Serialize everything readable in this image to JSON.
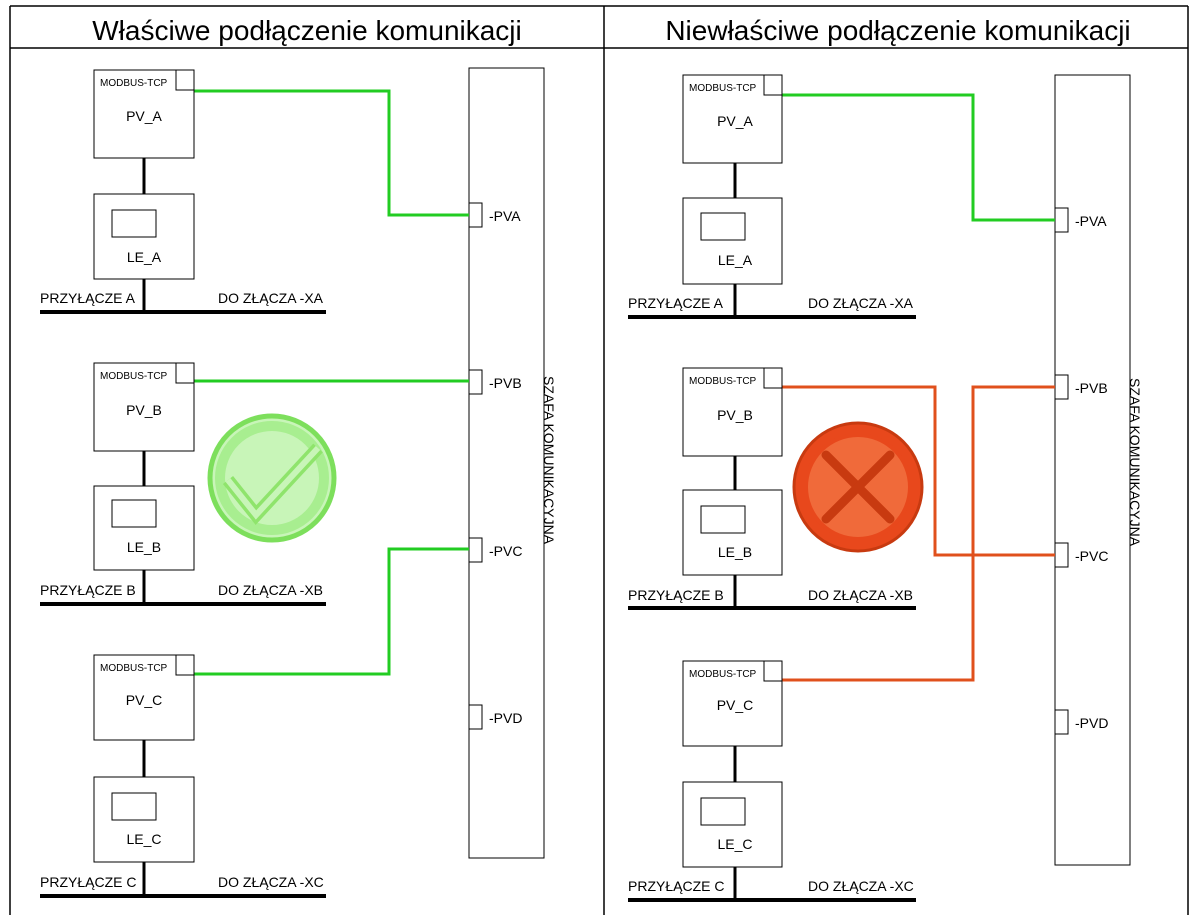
{
  "panels": [
    {
      "title": "Właściwe podłączenie komunikacji",
      "status": "correct",
      "status_icon": "check-icon",
      "status_color": "#90ee70",
      "wire_color": "#22cc22",
      "cabinet_label": "SZAFA KOMUNIKACYJNA",
      "ports": [
        "-PVA",
        "-PVB",
        "-PVC",
        "-PVD"
      ],
      "units": [
        {
          "modbus": "MODBUS-TCP",
          "pv": "PV_A",
          "le": "LE_A",
          "conn": "PRZYŁĄCZE A",
          "joint": "DO ZŁĄCZA -XA",
          "port": "-PVA"
        },
        {
          "modbus": "MODBUS-TCP",
          "pv": "PV_B",
          "le": "LE_B",
          "conn": "PRZYŁĄCZE B",
          "joint": "DO ZŁĄCZA -XB",
          "port": "-PVB"
        },
        {
          "modbus": "MODBUS-TCP",
          "pv": "PV_C",
          "le": "LE_C",
          "conn": "PRZYŁĄCZE C",
          "joint": "DO ZŁĄCZA -XC",
          "port": "-PVC"
        }
      ]
    },
    {
      "title": "Niewłaściwe podłączenie komunikacji",
      "status": "incorrect",
      "status_icon": "cross-icon",
      "status_color": "#e8481c",
      "wire_color_ok": "#22cc22",
      "wire_color_bad": "#e0501c",
      "cabinet_label": "SZAFA KOMUNIKACYJNA",
      "ports": [
        "-PVA",
        "-PVB",
        "-PVC",
        "-PVD"
      ],
      "units": [
        {
          "modbus": "MODBUS-TCP",
          "pv": "PV_A",
          "le": "LE_A",
          "conn": "PRZYŁĄCZE A",
          "joint": "DO ZŁĄCZA -XA",
          "port": "-PVA"
        },
        {
          "modbus": "MODBUS-TCP",
          "pv": "PV_B",
          "le": "LE_B",
          "conn": "PRZYŁĄCZE B",
          "joint": "DO ZŁĄCZA -XB",
          "port": "-PVC"
        },
        {
          "modbus": "MODBUS-TCP",
          "pv": "PV_C",
          "le": "LE_C",
          "conn": "PRZYŁĄCZE C",
          "joint": "DO ZŁĄCZA -XC",
          "port": "-PVB"
        }
      ]
    }
  ]
}
